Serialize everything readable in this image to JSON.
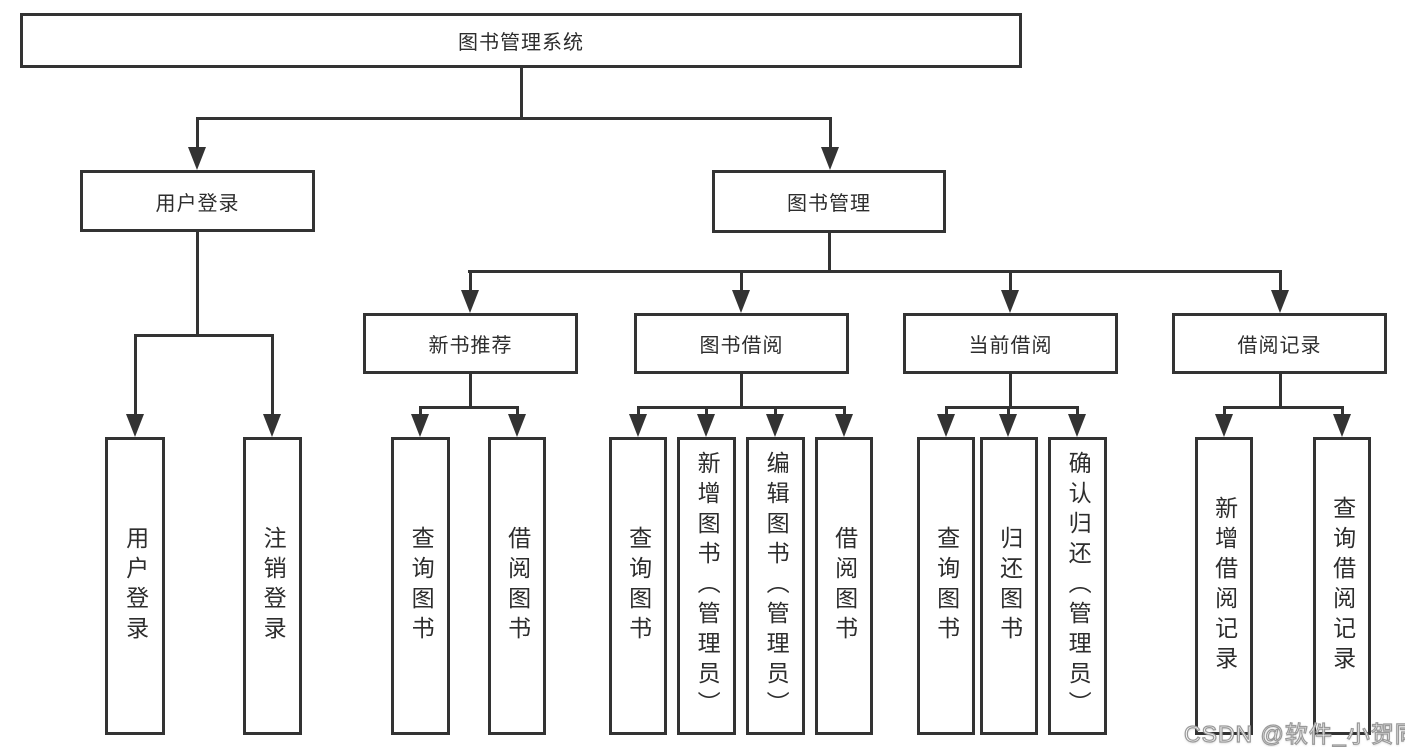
{
  "root": {
    "label": "图书管理系统"
  },
  "nodes": {
    "user_login": "用户登录",
    "book_management": "图书管理",
    "new_book_recommend": "新书推荐",
    "book_borrow": "图书借阅",
    "current_borrow": "当前借阅",
    "borrow_records": "借阅记录"
  },
  "leaves": {
    "user_login": "用户登录",
    "logout": "注销登录",
    "recommend_query": "查询图书",
    "recommend_borrow": "借阅图书",
    "borrow_query": "查询图书",
    "borrow_add_admin": "新增图书（管理员）",
    "borrow_edit_admin": "编辑图书（管理员）",
    "borrow_borrow": "借阅图书",
    "current_query": "查询图书",
    "current_return": "归还图书",
    "current_confirm_admin": "确认归还（管理员）",
    "records_add": "新增借阅记录",
    "records_query": "查询借阅记录"
  },
  "watermark": "CSDN @软件_小贺同学",
  "colors": {
    "line": "#333333",
    "text": "#2d2d2d",
    "background": "#ffffff",
    "watermark_fill": "#fdfdfd",
    "watermark_outline": "#999999"
  }
}
